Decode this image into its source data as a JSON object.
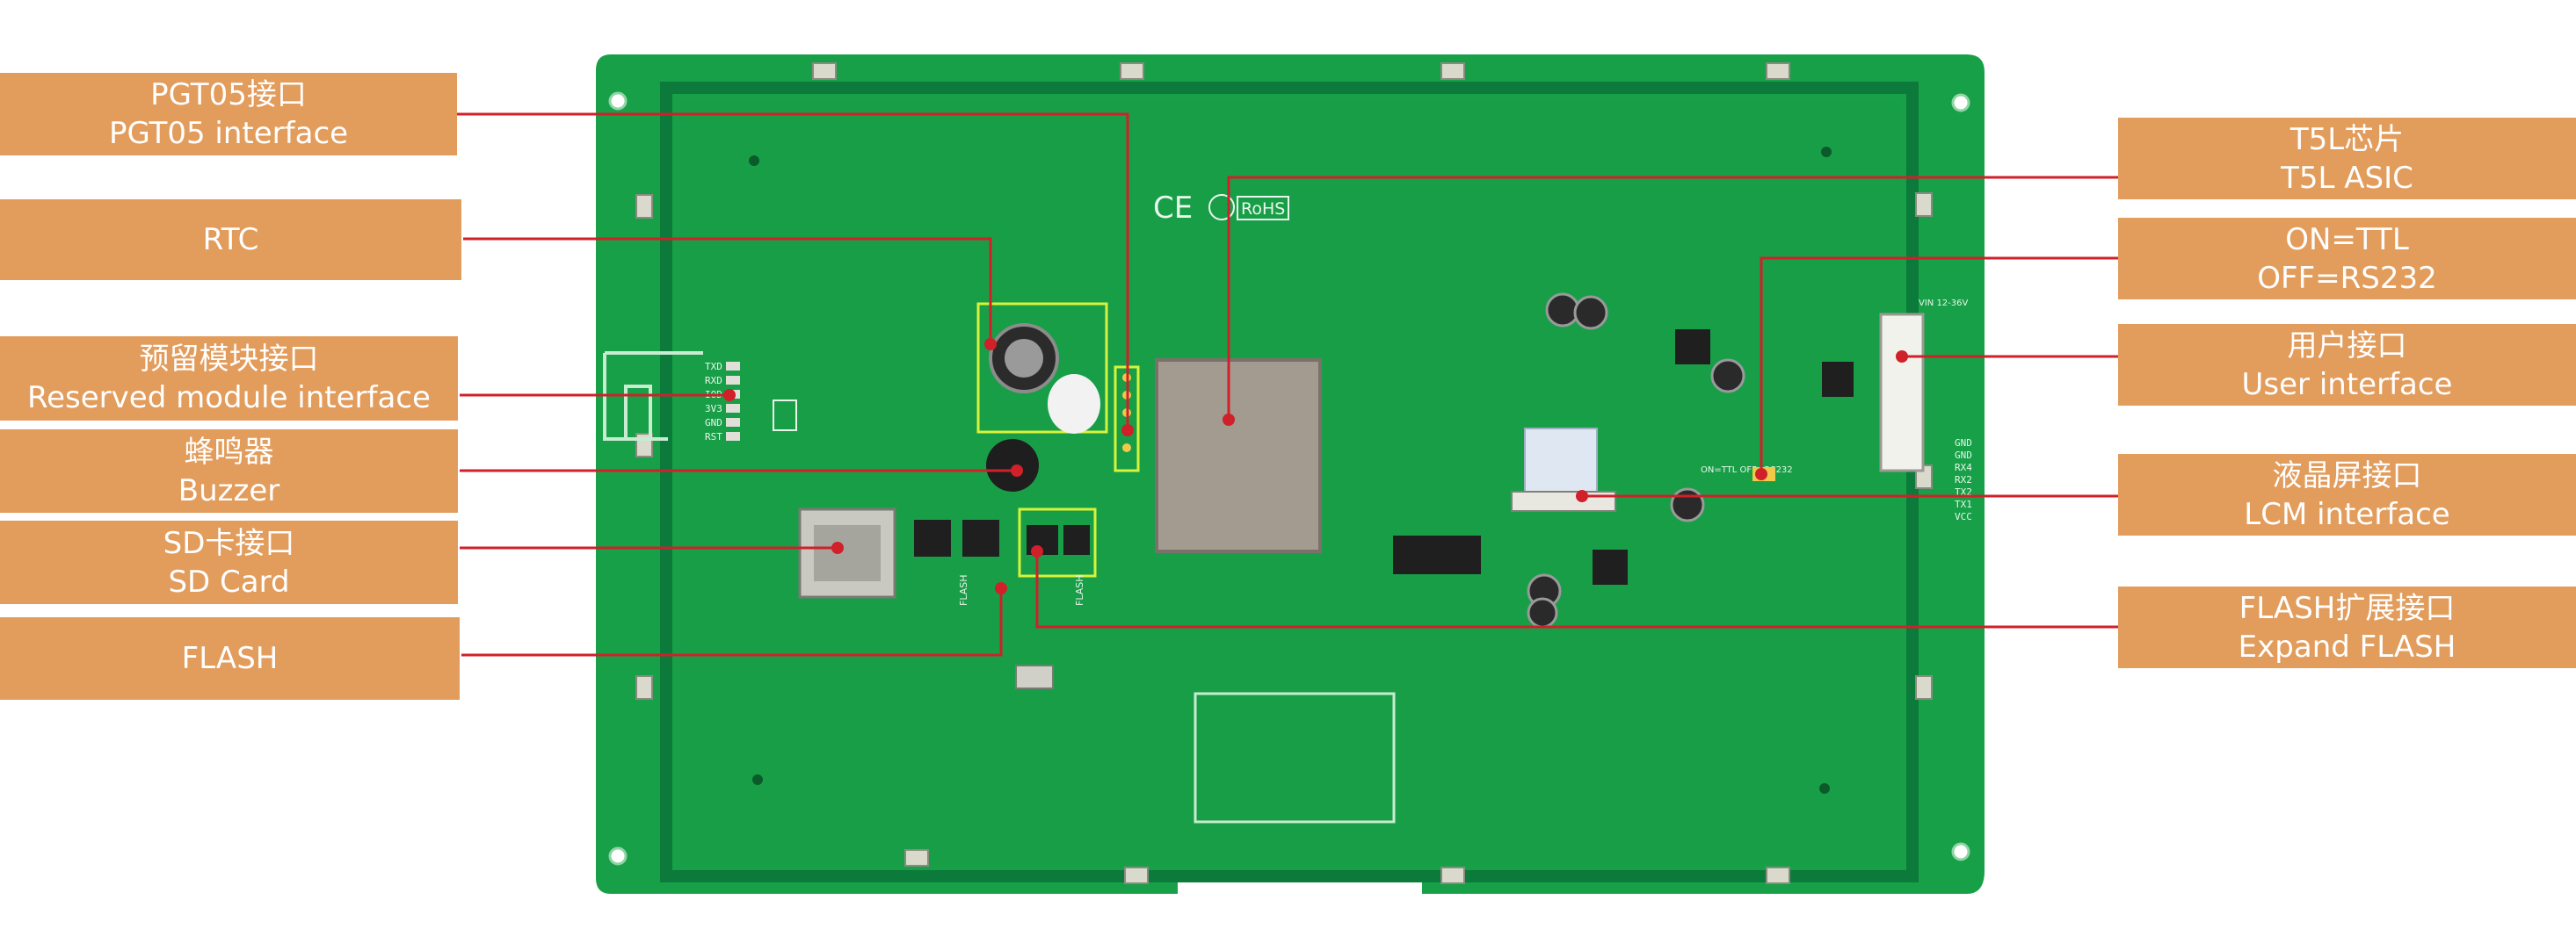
{
  "board": {
    "color": "#17a047",
    "silkscreen": {
      "ce_mark": "CE",
      "rohs_mark": "RoHS",
      "uart_pins": [
        "TXD",
        "RXD",
        "IOD",
        "3V3",
        "GND",
        "RST"
      ],
      "user_pins": [
        "VIN 12-36V",
        "GND",
        "GND",
        "RX4",
        "RX2",
        "TX2",
        "TX1",
        "VCC"
      ],
      "flash_left": "FLASH",
      "flash_right": "FLASH",
      "switch": "ON=TTL OFF=RS232"
    }
  },
  "accent": {
    "label_bg": "#e29c5c",
    "leader": "#d0202a",
    "highlight": "#d7f23a"
  },
  "callouts": {
    "pgt05": {
      "line1": "PGT05接口",
      "line2": "PGT05 interface"
    },
    "rtc": {
      "line1": "RTC"
    },
    "reserved": {
      "line1": "预留模块接口",
      "line2": "Reserved module interface"
    },
    "buzzer": {
      "line1": "蜂鸣器",
      "line2": "Buzzer"
    },
    "sdcard": {
      "line1": "SD卡接口",
      "line2": "SD Card"
    },
    "flash": {
      "line1": "FLASH"
    },
    "t5l": {
      "line1": "T5L芯片",
      "line2": "T5L ASIC"
    },
    "onttl": {
      "line1": "ON=TTL",
      "line2": "OFF=RS232"
    },
    "user": {
      "line1": "用户接口",
      "line2": "User interface"
    },
    "lcm": {
      "line1": "液晶屏接口",
      "line2": "LCM interface"
    },
    "expandflash": {
      "line1": "FLASH扩展接口",
      "line2": "Expand FLASH"
    }
  }
}
